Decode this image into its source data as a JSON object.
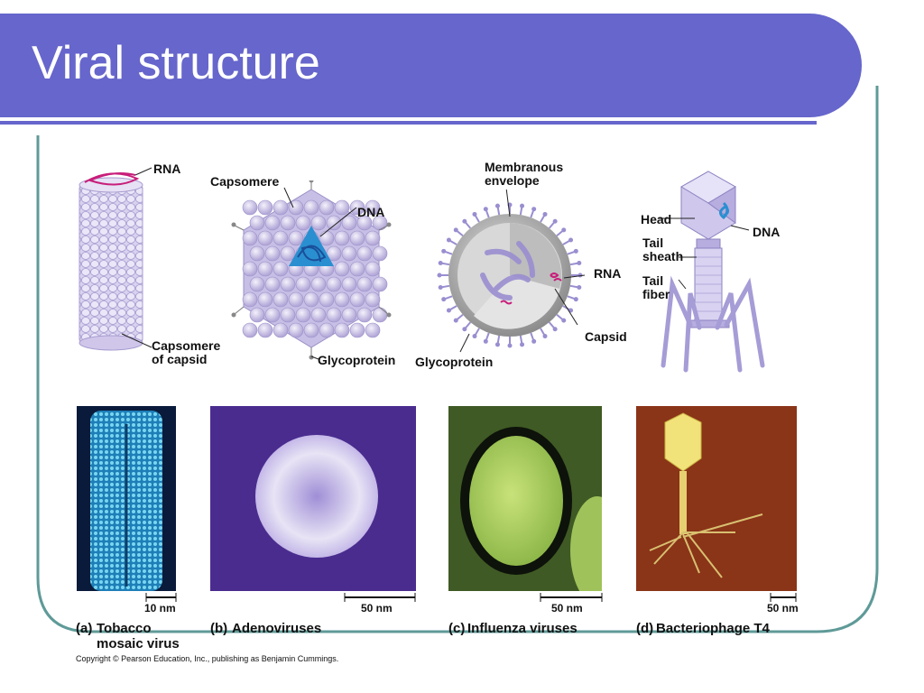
{
  "slide": {
    "title": "Viral structure",
    "colors": {
      "title_bar": "#6666cc",
      "frame": "#5f9a98"
    }
  },
  "diagrams": {
    "tmv": {
      "rna": "RNA",
      "capsomere": "Capsomere",
      "of_capsid": "of capsid"
    },
    "adeno": {
      "capsomere": "Capsomere",
      "dna": "DNA",
      "glycoprotein": "Glycoprotein"
    },
    "influenza": {
      "membranous": "Membranous",
      "envelope": "envelope",
      "rna": "RNA",
      "capsid": "Capsid",
      "glycoprotein": "Glycoprotein"
    },
    "phage": {
      "head": "Head",
      "dna": "DNA",
      "tail": "Tail",
      "sheath": "sheath",
      "tail2": "Tail",
      "fiber": "fiber"
    }
  },
  "micrographs": [
    {
      "letter": "(a)",
      "name_line1": "Tobacco",
      "name_line2": "mosaic virus",
      "scale": "10 nm"
    },
    {
      "letter": "(b)",
      "name_line1": "Adenoviruses",
      "scale": "50 nm"
    },
    {
      "letter": "(c)",
      "name_line1": "Influenza viruses",
      "scale": "50 nm"
    },
    {
      "letter": "(d)",
      "name_line1": "Bacteriophage T4",
      "scale": "50 nm"
    }
  ],
  "copyright": "Copyright © Pearson Education, Inc., publishing as Benjamin Cummings."
}
